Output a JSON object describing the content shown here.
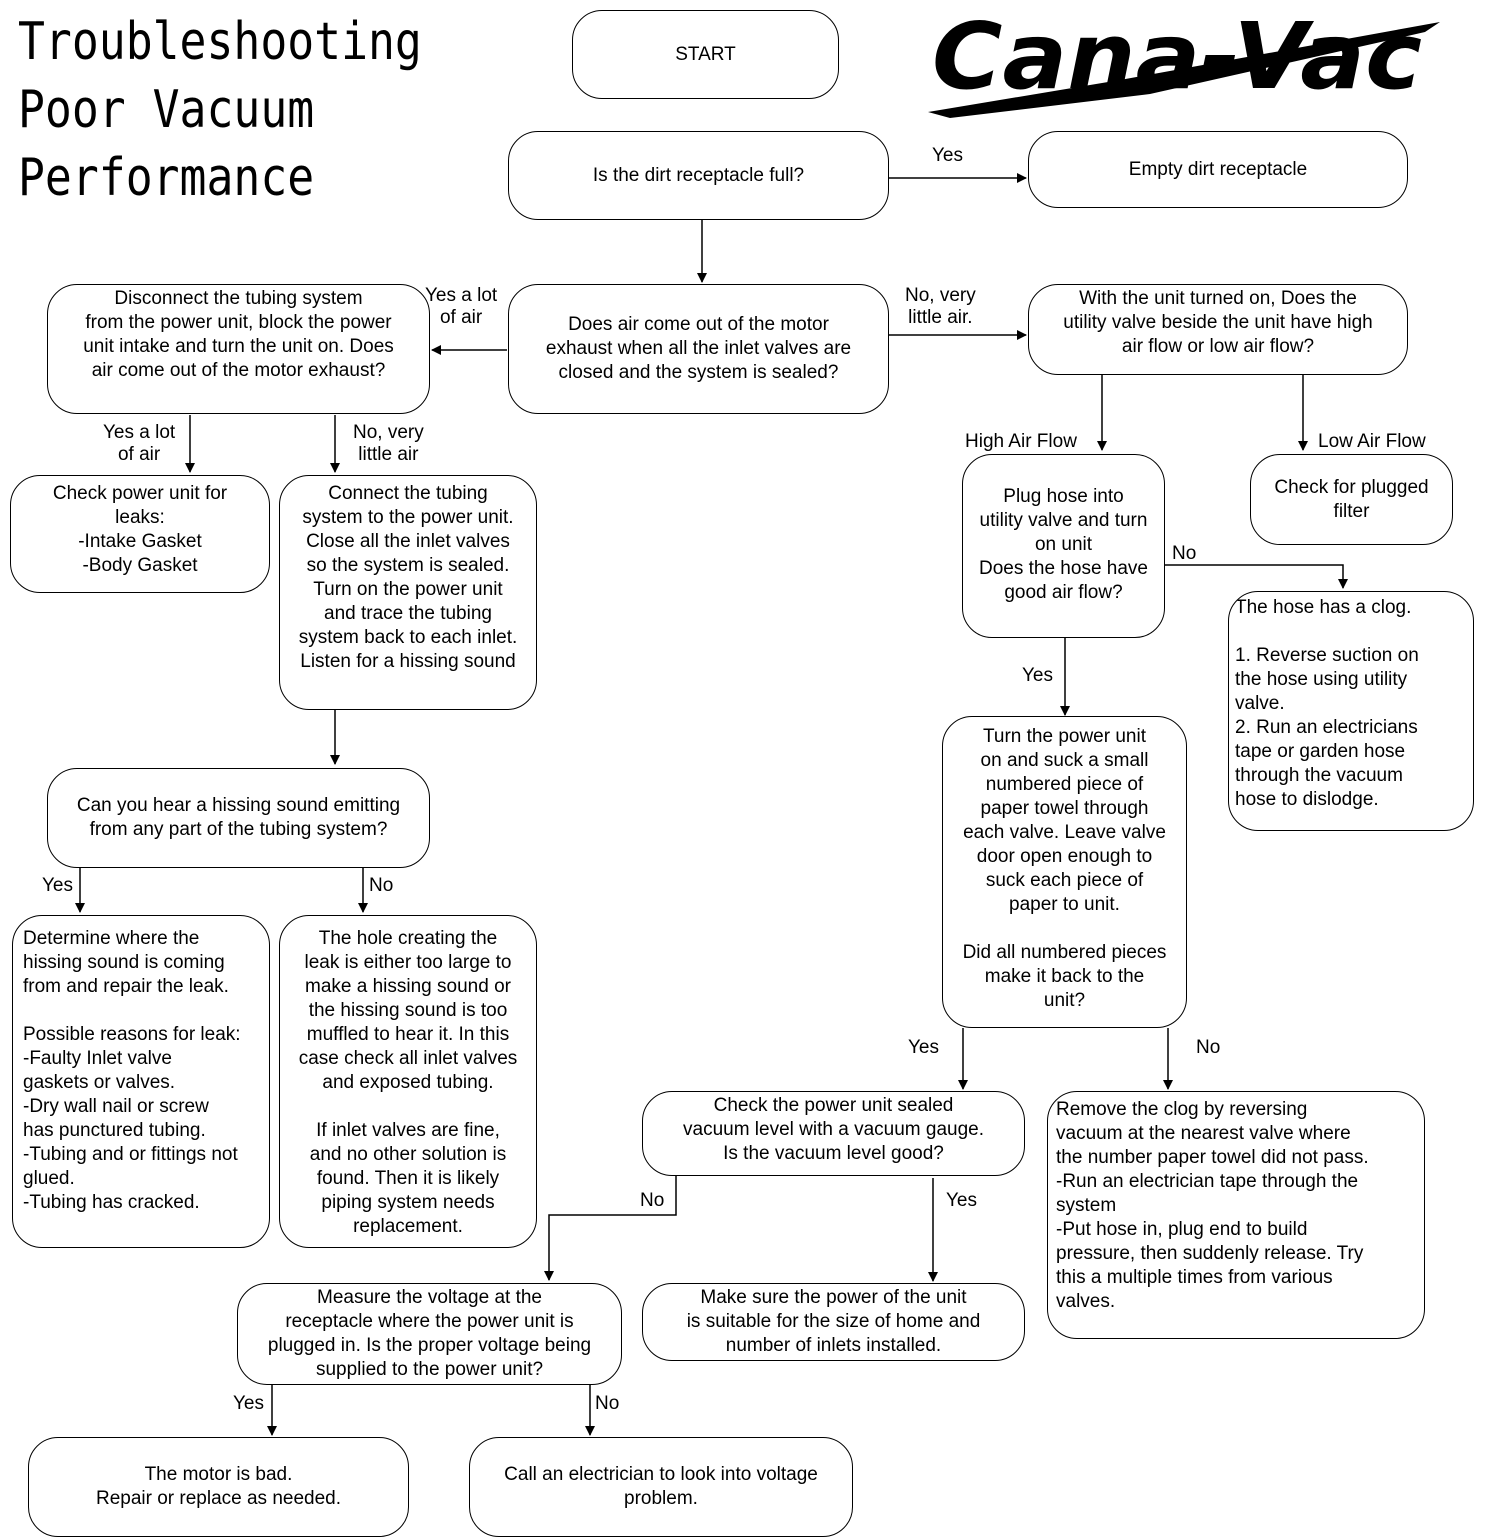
{
  "title": "Troubleshooting\nPoor Vacuum\nPerformance",
  "logo_text": "Cana-Vac",
  "nodes": {
    "start": "START",
    "dirt_full_question": "Is the dirt receptacle full?",
    "empty_dirt": "Empty dirt receptacle",
    "air_exhaust_question": "Does air come out of the motor\nexhaust when all the inlet valves are\nclosed and the system is sealed?",
    "disconnect_tubing": "Disconnect the tubing system\nfrom the power unit, block the power\nunit intake and turn the unit on. Does\nair come out of the motor exhaust?",
    "utility_valve_question": "With the unit turned on, Does the\nutility valve beside the unit have high\nair flow or low air flow?",
    "check_power_unit_leaks": "Check power unit for\nleaks:\n-Intake Gasket\n-Body Gasket",
    "connect_tubing": "Connect the tubing\nsystem to the power unit.\nClose all the inlet valves\nso the system is sealed.\nTurn on the power unit\nand trace the tubing\nsystem back to each inlet.\nListen for a hissing sound",
    "plug_hose": "Plug hose into\nutility valve and turn\non unit\nDoes the hose have\ngood air flow?",
    "check_filter": "Check for plugged\nfilter",
    "hose_clog": "The hose has a clog.\n\n1. Reverse suction on\nthe hose using utility\nvalve.\n2. Run an electricians\ntape or garden hose\nthrough the vacuum\nhose to dislodge.",
    "hissing_question": "Can you hear a hissing sound emitting\nfrom any part of the tubing system?",
    "paper_towel_test": "Turn the power unit\non and suck a small\nnumbered piece of\npaper towel through\neach valve. Leave valve\ndoor open enough to\nsuck each piece of\npaper to unit.\n\nDid all numbered pieces\nmake it back to the\nunit?",
    "repair_leak": "Determine where the\nhissing sound is coming\nfrom and repair the leak.\n\nPossible reasons for leak:\n-Faulty Inlet valve\ngaskets or valves.\n-Dry wall nail or screw\nhas punctured tubing.\n-Tubing and or fittings not\nglued.\n-Tubing has cracked.",
    "hole_too_large": "The hole creating the\nleak is either too large to\nmake a hissing sound or\nthe hissing sound is too\nmuffled to hear it. In this\ncase check all inlet valves\nand exposed tubing.\n\nIf inlet valves are fine,\nand no other solution is\nfound. Then it is likely\npiping system needs\nreplacement.",
    "check_vacuum_level": "Check the power unit sealed\nvacuum level with a vacuum gauge.\nIs the vacuum level good?",
    "remove_clog": "Remove the clog by reversing\nvacuum at the nearest valve where\nthe number paper towel did not pass.\n-Run an electrician tape through the\nsystem\n-Put hose in, plug end to build\npressure, then suddenly release. Try\nthis a multiple times from various\nvalves.",
    "measure_voltage": "Measure the voltage at the\nreceptacle where the power unit is\nplugged in. Is the proper voltage being\nsupplied to the power unit?",
    "power_suitable": "Make sure the power of the unit\nis suitable for the size of home and\nnumber of inlets installed.",
    "motor_bad": "The motor is bad.\nRepair or replace as needed.",
    "call_electrician": "Call an electrician to look into voltage\nproblem."
  },
  "edge_labels": {
    "dirt_yes": "Yes",
    "exhaust_yes_lot": "Yes a lot\nof air",
    "exhaust_no_little": "No, very\nlittle air.",
    "disconnect_yes_lot": "Yes a lot\nof air",
    "disconnect_no_little": "No, very\nlittle air",
    "high_air_flow": "High Air Flow",
    "low_air_flow": "Low Air Flow",
    "hose_no": "No",
    "hose_yes": "Yes",
    "hissing_yes": "Yes",
    "hissing_no": "No",
    "paper_yes": "Yes",
    "paper_no": "No",
    "vacuum_no": "No",
    "vacuum_yes": "Yes",
    "voltage_yes": "Yes",
    "voltage_no": "No"
  }
}
